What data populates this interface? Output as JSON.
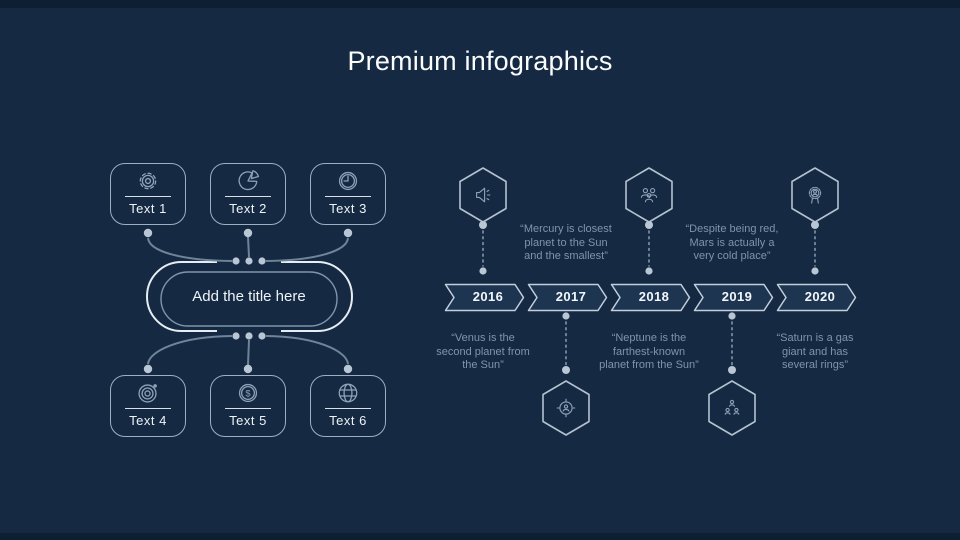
{
  "slide": {
    "title": "Premium infographics"
  },
  "colors": {
    "background": "#152a42",
    "edge_strip": "#0d2033",
    "box_outline": "#9dafc0",
    "bright_outline": "#e6edf3",
    "icon": "#8da2b6",
    "quote_text": "#8093a9",
    "year_fill": "#1d3551",
    "dot": "#b9c6d3"
  },
  "left_diagram": {
    "center_label": "Add the title here",
    "boxes": [
      {
        "label": "Text 1",
        "icon": "gear-icon"
      },
      {
        "label": "Text 2",
        "icon": "pie-chart-icon"
      },
      {
        "label": "Text 3",
        "icon": "clock-icon"
      },
      {
        "label": "Text 4",
        "icon": "target-icon"
      },
      {
        "label": "Text 5",
        "icon": "dollar-coin-icon"
      },
      {
        "label": "Text 6",
        "icon": "globe-icon"
      }
    ]
  },
  "timeline": {
    "milestones": [
      {
        "year": "2016",
        "icon": "megaphone-icon",
        "icon_position": "top",
        "quote_position": "bottom",
        "quote_lines": [
          "“Venus is the",
          "second planet from",
          "the Sun”"
        ]
      },
      {
        "year": "2017",
        "icon": "focus-person-icon",
        "icon_position": "bottom",
        "quote_position": "top",
        "quote_lines": [
          "“Mercury is closest",
          "planet to the Sun",
          "and the smallest”"
        ]
      },
      {
        "year": "2018",
        "icon": "team-icon",
        "icon_position": "top",
        "quote_position": "bottom",
        "quote_lines": [
          "“Neptune is the",
          "farthest-known",
          "planet from the Sun”"
        ]
      },
      {
        "year": "2019",
        "icon": "org-hierarchy-icon",
        "icon_position": "bottom",
        "quote_position": "top",
        "quote_lines": [
          "“Despite being red,",
          "Mars is actually a",
          "very cold place”"
        ]
      },
      {
        "year": "2020",
        "icon": "award-badge-icon",
        "icon_position": "top",
        "quote_position": "bottom",
        "quote_lines": [
          "“Saturn is a gas",
          "giant and has",
          "several rings”"
        ]
      }
    ]
  }
}
